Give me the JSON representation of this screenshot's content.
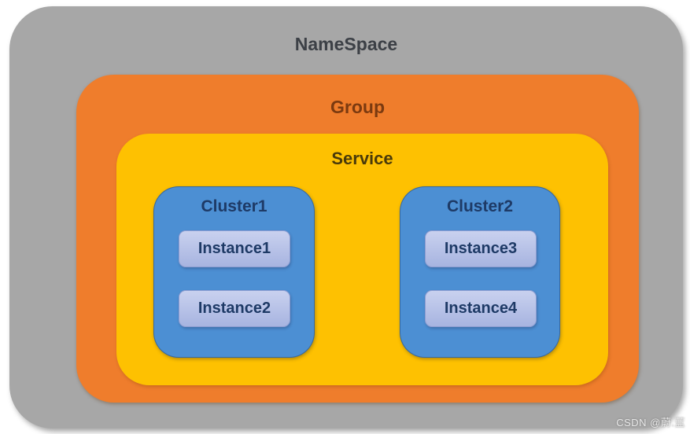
{
  "diagram": {
    "namespace": {
      "label": "NameSpace"
    },
    "group": {
      "label": "Group"
    },
    "service": {
      "label": "Service"
    },
    "clusters": [
      {
        "label": "Cluster1",
        "instances": [
          {
            "label": "Instance1"
          },
          {
            "label": "Instance2"
          }
        ]
      },
      {
        "label": "Cluster2",
        "instances": [
          {
            "label": "Instance3"
          },
          {
            "label": "Instance4"
          }
        ]
      }
    ]
  },
  "watermark": {
    "text": "CSDN @蔚.蓝"
  },
  "colors": {
    "namespace_fill": "#a7a7a7",
    "namespace_text": "#3c4046",
    "group_fill": "#ef7d2c",
    "group_text": "#7b3a10",
    "service_fill": "#fec101",
    "service_text": "#4a3a0a",
    "cluster_fill": "#4c8fd3",
    "cluster_text": "#1e3a66",
    "instance_fill_top": "#c9d1ef",
    "instance_fill_bottom": "#a7b4e0",
    "instance_border": "#8d9dd1",
    "instance_text": "#1e3a66",
    "watermark_text": "#e9e9e9"
  }
}
